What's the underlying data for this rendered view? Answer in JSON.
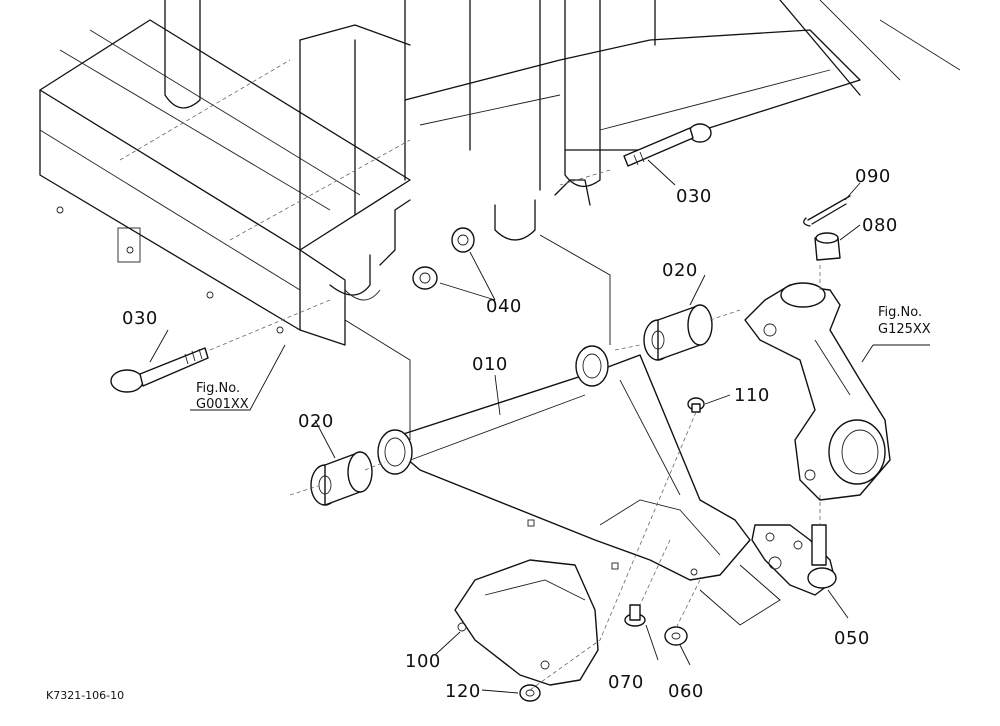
{
  "callouts": {
    "p010": "010",
    "p020a": "020",
    "p020b": "020",
    "p030a": "030",
    "p030b": "030",
    "p040": "040",
    "p050": "050",
    "p060": "060",
    "p070": "070",
    "p080": "080",
    "p090": "090",
    "p100": "100",
    "p110": "110",
    "p120": "120"
  },
  "fig_refs": {
    "left_line1": "Fig.No.",
    "left_line2": "G001XX",
    "right_line1": "Fig.No.",
    "right_line2": "G125XX"
  },
  "diagram_code": "K7321-106-10"
}
